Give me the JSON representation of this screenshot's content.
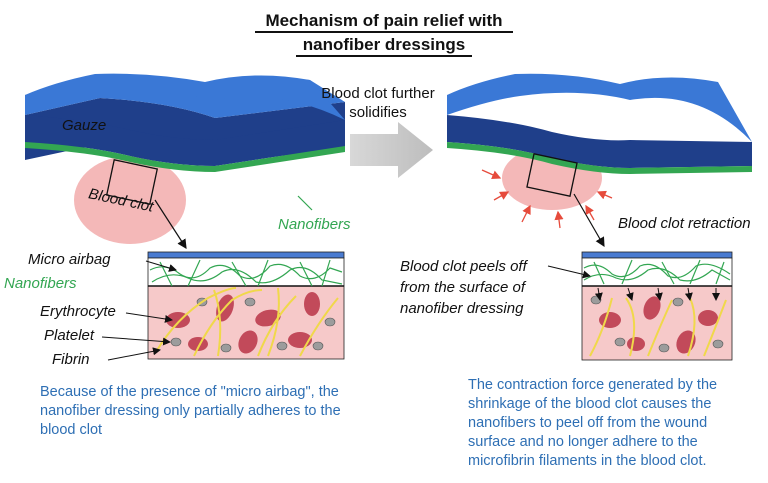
{
  "title_line1": "Mechanism of pain relief with",
  "title_line2": "nanofiber dressings",
  "arrow_text": "Blood clot further\nsolidifies",
  "left": {
    "gauze_label": "Gauze",
    "clot_label": "Blood clot",
    "nanofibers_label": "Nanofibers",
    "micro_airbag_label": "Micro airbag",
    "nanofibers_side_label": "Nanofibers",
    "erythrocyte_label": "Erythrocyte",
    "platelet_label": "Platelet",
    "fibrin_label": "Fibrin",
    "caption": "Because of the presence of \"micro airbag\", the nanofiber dressing only partially adheres to the blood clot"
  },
  "right": {
    "retraction_label": "Blood clot retraction",
    "peel_label": "Blood clot peels off from the surface of nanofiber dressing",
    "caption": "The contraction force generated by the shrinkage of the blood clot causes the nanofibers to peel off from the wound surface and no longer adhere to the microfibrin filaments in the blood clot."
  },
  "colors": {
    "gauze_top": "#3a78d6",
    "gauze_front": "#1f3f8a",
    "nanofiber_green": "#33a652",
    "clot_pink": "#f4b8b8",
    "cell_pink": "#f6c9c9",
    "erythrocyte": "#c24a5a",
    "platelet": "#9c9c9c",
    "fibrin": "#f0d84a",
    "caption_blue": "#2e6fb4",
    "arrow_red": "#e64b3c"
  }
}
